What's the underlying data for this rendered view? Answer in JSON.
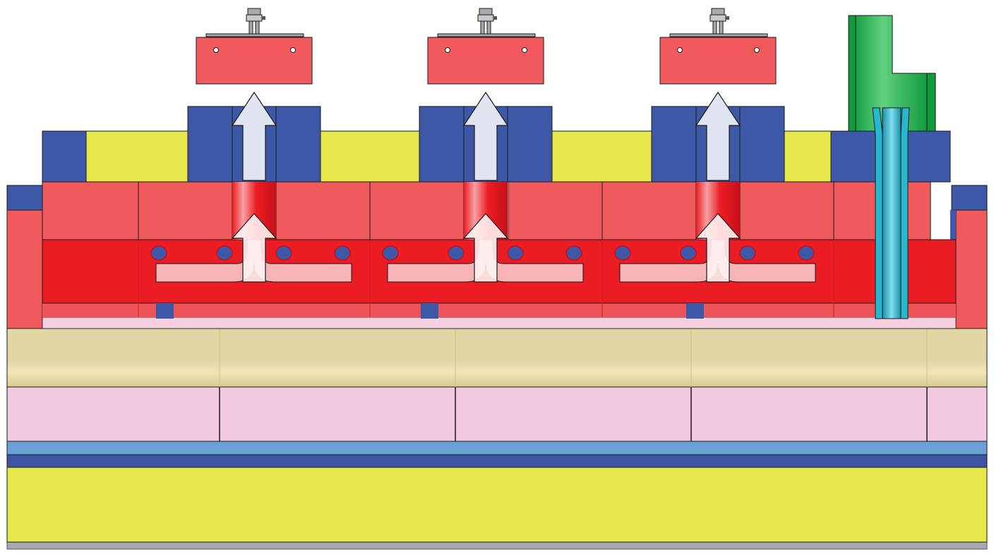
{
  "colors": {
    "background": "#ffffff",
    "red_block": "#f15a5c",
    "red_deep": "#ec1c24",
    "red_band": "#e94a4f",
    "dark_blue": "#3e58a8",
    "yellow": "#e6e64d",
    "pink_light": "#f7b3b6",
    "lavender": "#f1c9e0",
    "tan": "#e2d6a4",
    "sky_blue": "#6aa2d8",
    "navy": "#3c55a4",
    "green": "#1ab24b",
    "cyan": "#25b8d0",
    "gray": "#a7a9ac",
    "arrow_fill": "#dfe4f0",
    "arrow_fill_warm": "#fff2f2",
    "stroke": "#1a1a1a"
  },
  "components": {
    "intake_hoods": [
      "hood-1",
      "hood-2",
      "hood-3"
    ],
    "exhaust_columns": [
      "column-1",
      "column-2",
      "column-3"
    ],
    "flow_arrows": [
      "flow-arrow-1",
      "flow-arrow-2",
      "flow-arrow-3"
    ],
    "injector": "green-injector-pipe"
  }
}
